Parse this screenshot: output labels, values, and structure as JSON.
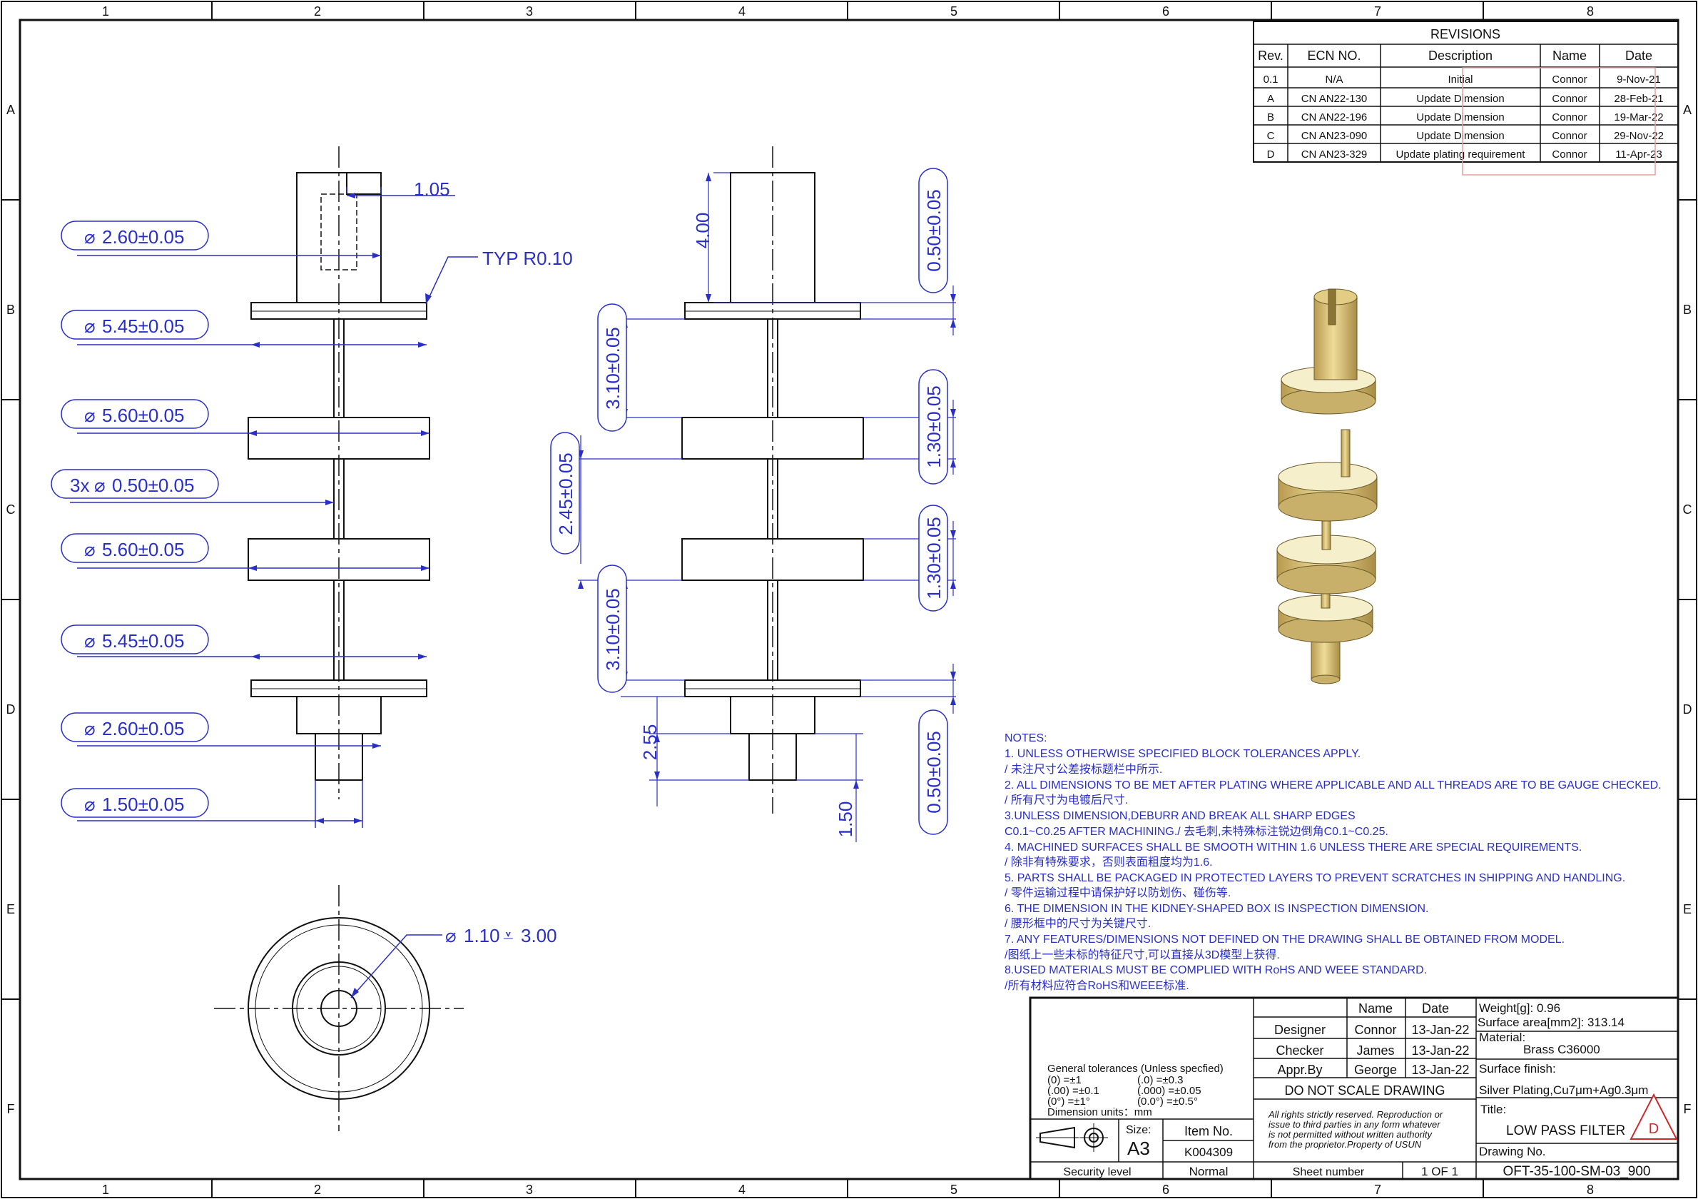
{
  "border": {
    "columns": [
      "1",
      "2",
      "3",
      "4",
      "5",
      "6",
      "7",
      "8"
    ],
    "rows": [
      "A",
      "B",
      "C",
      "D",
      "E",
      "F"
    ]
  },
  "revisions": {
    "title": "REVISIONS",
    "headers": [
      "Rev.",
      "ECN NO.",
      "Description",
      "Name",
      "Date"
    ],
    "rows": [
      [
        "0.1",
        "N/A",
        "Initial",
        "Connor",
        "9-Nov-21"
      ],
      [
        "A",
        "CN AN22-130",
        "Update Dimension",
        "Connor",
        "28-Feb-21"
      ],
      [
        "B",
        "CN AN22-196",
        "Update Dimension",
        "Connor",
        "19-Mar-22"
      ],
      [
        "C",
        "CN AN23-090",
        "Update Dimension",
        "Connor",
        "29-Nov-22"
      ],
      [
        "D",
        "CN AN23-329",
        "Update plating requirement",
        "Connor",
        "11-Apr-23"
      ]
    ]
  },
  "front_view": {
    "dims": [
      "2.60±0.05",
      "5.45±0.05",
      "5.60±0.05",
      "0.50±0.05",
      "5.60±0.05",
      "5.45±0.05",
      "2.60±0.05",
      "1.50±0.05"
    ],
    "qty_prefix": "3x",
    "slot_width": "1.05",
    "radius_note": "TYP R0.10"
  },
  "side_view": {
    "top_len": "4.00",
    "left_dims": [
      "3.10±0.05",
      "2.45±0.05",
      "3.10±0.05",
      "2.55"
    ],
    "right_dims": [
      "0.50±0.05",
      "1.30±0.05",
      "1.30±0.05",
      "0.50±0.05"
    ],
    "bottom_len": "1.50"
  },
  "end_view": {
    "hole_dia": "1.10",
    "hole_depth": "3.00"
  },
  "notes": {
    "heading": "NOTES:",
    "lines": [
      "1. UNLESS OTHERWISE SPECIFIED BLOCK TOLERANCES APPLY.",
      "/ 未注尺寸公差按标题栏中所示.",
      "2. ALL DIMENSIONS TO BE MET AFTER PLATING WHERE APPLICABLE AND ALL THREADS ARE TO BE GAUGE CHECKED.",
      "/ 所有尺寸为电镀后尺寸.",
      "3.UNLESS DIMENSION,DEBURR AND BREAK ALL SHARP EDGES",
      "C0.1~C0.25 AFTER MACHINING./ 去毛刺,未特殊标注锐边倒角C0.1~C0.25.",
      "4. MACHINED SURFACES SHALL BE SMOOTH WITHIN 1.6 UNLESS THERE ARE SPECIAL REQUIREMENTS.",
      "/ 除非有特殊要求，否则表面粗度均为1.6.",
      "5. PARTS SHALL BE PACKAGED IN PROTECTED LAYERS TO PREVENT SCRATCHES IN SHIPPING AND HANDLING.",
      "/ 零件运输过程中请保护好以防划伤、碰伤等.",
      "6. THE DIMENSION IN THE KIDNEY-SHAPED BOX IS INSPECTION DIMENSION.",
      "/ 腰形框中的尺寸为关键尺寸.",
      "7. ANY FEATURES/DIMENSIONS NOT DEFINED ON THE DRAWING SHALL BE OBTAINED FROM MODEL.",
      "/图纸上一些未标的特征尺寸,可以直接从3D模型上获得.",
      "8.USED MATERIALS MUST BE COMPLIED WITH RoHS AND WEEE STANDARD.",
      "/所有材料应符合RoHS和WEEE标准."
    ]
  },
  "title_block": {
    "tolerances_title": "General tolerances  (Unless specfied)",
    "tol_rows": [
      [
        "(0)    =±1",
        "(.0)     =±0.3"
      ],
      [
        "(.00) =±0.1",
        "(.000) =±0.05"
      ],
      [
        "(0°)   =±1°",
        "(0.0°)  =±0.5°"
      ]
    ],
    "units": "Dimension units：mm",
    "head_name": "Name",
    "head_date": "Date",
    "people": [
      {
        "role": "Designer",
        "name": "Connor",
        "date": "13-Jan-22"
      },
      {
        "role": "Checker",
        "name": "James",
        "date": "13-Jan-22"
      },
      {
        "role": "Appr.By",
        "name": "George",
        "date": "13-Jan-22"
      }
    ],
    "dont_scale": "DO NOT SCALE DRAWING",
    "copyright": [
      "All rights strictly reserved. Reproduction or",
      "issue to third parties in any form whatever",
      "is not permitted without written authority",
      "from the proprietor.Property of  USUN"
    ],
    "size_label": "Size:",
    "size_value": "A3",
    "item_label": "Item No.",
    "item_value": "K004309",
    "security_label": "Security level",
    "security_value": "Normal",
    "sheet_label": "Sheet number",
    "sheet_value": "1 OF 1",
    "weight": "Weight[g]: 0.96",
    "surface_area": "Surface area[mm2]:  313.14",
    "material_label": "Material:",
    "material_value": "Brass C36000",
    "finish_label": "Surface finish:",
    "finish_value": "Silver Plating,Cu7μm+Ag0.3μm",
    "title_label": "Title:",
    "title_value": "LOW PASS FILTER",
    "rev_marker": "D",
    "drawing_label": "Drawing No.",
    "drawing_value": "OFT-35-100-SM-03_900"
  }
}
